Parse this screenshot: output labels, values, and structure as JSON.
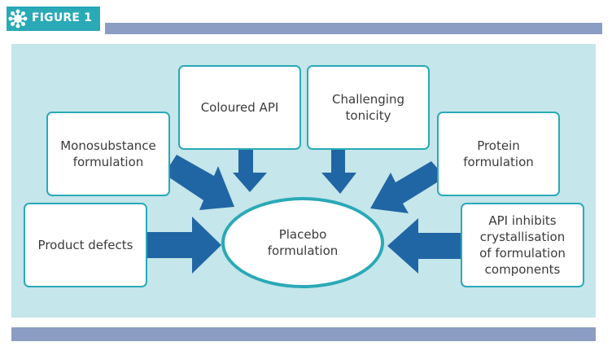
{
  "header": {
    "tag_label": "FIGURE 1"
  },
  "center": {
    "label": "Placebo\nformulation"
  },
  "boxes": {
    "coloured_api": "Coloured API",
    "challenging_tonicity": "Challenging\ntonicity",
    "monosubstance": "Monosubstance\nformulation",
    "protein": "Protein\nformulation",
    "product_defects": "Product defects",
    "api_inhibits": "API inhibits\ncrystallisation\nof formulation\ncomponents"
  },
  "colors": {
    "accent_teal": "#2aa9b7",
    "panel_background": "#c5e6ea",
    "rule_blue": "#8b9dc3",
    "arrow_blue": "#2166a4",
    "text": "#3b3b3b"
  },
  "icons": {
    "header_icon": "network-icon"
  }
}
